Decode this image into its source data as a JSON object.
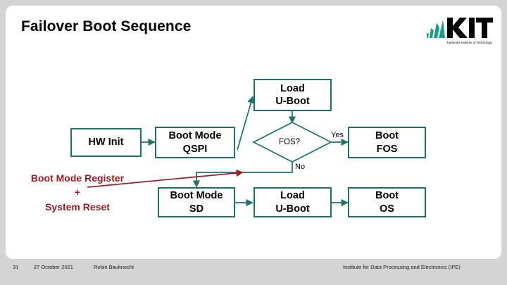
{
  "slide": {
    "title": "Failover Boot Sequence",
    "background_color": "#d4d4d4",
    "card_color": "#ffffff"
  },
  "logo": {
    "name": "KIT",
    "text": "KIT",
    "subtitle": "Karlsruhe Institute of Technology",
    "accent_color": "#18a08a"
  },
  "diagram": {
    "accent_color": "#1a7469",
    "annotation_color": "#9d1c22",
    "nodes": [
      {
        "id": "hw-init",
        "line1": "HW Init",
        "line2": "",
        "type": "process"
      },
      {
        "id": "boot-mode-qspi",
        "line1": "Boot Mode",
        "line2": "QSPI",
        "type": "process"
      },
      {
        "id": "load-uboot-top",
        "line1": "Load",
        "line2": "U-Boot",
        "type": "process"
      },
      {
        "id": "fos-decision",
        "line1": "FOS?",
        "line2": "",
        "type": "decision"
      },
      {
        "id": "boot-fos",
        "line1": "Boot",
        "line2": "FOS",
        "type": "process"
      },
      {
        "id": "boot-mode-sd",
        "line1": "Boot Mode",
        "line2": "SD",
        "type": "process"
      },
      {
        "id": "load-uboot-bot",
        "line1": "Load",
        "line2": "U-Boot",
        "type": "process"
      },
      {
        "id": "boot-os",
        "line1": "Boot",
        "line2": "OS",
        "type": "process"
      }
    ],
    "edge_labels": {
      "yes": "Yes",
      "no": "No"
    },
    "annotation": {
      "line1": "Boot Mode Register",
      "line2": "+",
      "line3": "System Reset"
    }
  },
  "footer": {
    "page": "31",
    "date": "27 October 2021",
    "author": "Robin Bauknecht",
    "institute": "Institute for Data Processing and Electronics (IPE)"
  }
}
